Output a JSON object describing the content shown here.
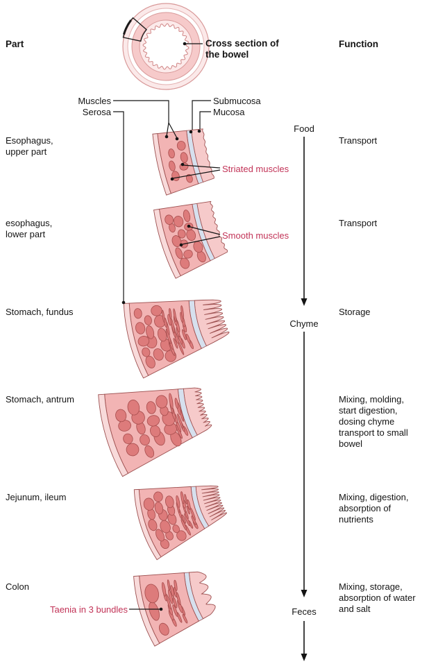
{
  "figure": {
    "headers": {
      "part": "Part",
      "function": "Function"
    },
    "cross_section_label": "Cross section of the bowel",
    "layer_labels": {
      "muscles": "Muscles",
      "serosa": "Serosa",
      "submucosa": "Submucosa",
      "mucosa": "Mucosa"
    },
    "flow": {
      "food": "Food",
      "chyme": "Chyme",
      "feces": "Feces"
    },
    "rows": [
      {
        "part": "Esophagus, upper part",
        "function": "Transport"
      },
      {
        "part": "esophagus, lower part",
        "function": "Transport"
      },
      {
        "part": "Stomach, fundus",
        "function": "Storage"
      },
      {
        "part": "Stomach, antrum",
        "function": "Mixing, molding, start digestion, dosing chyme transport to small bowel"
      },
      {
        "part": "Jejunum, ileum",
        "function": "Mixing, digestion, absorption of nutrients"
      },
      {
        "part": "Colon",
        "function": "Mixing, storage, absorption of water and salt"
      }
    ],
    "annotations": {
      "striated": "Striated muscles",
      "smooth": "Smooth muscles",
      "taenia": "Taenia in 3 bundles"
    }
  },
  "colors": {
    "ink": "#141414",
    "annotation": "#c23357",
    "serosa": "#f8dada",
    "muscle_bg": "#f2b4b4",
    "bundle": "#dd7b7b",
    "bundle_dark": "#a64d4d",
    "submucosa": "#d6e0ee",
    "mucosa": "#f6caca",
    "outline": "#9c4f4f"
  }
}
